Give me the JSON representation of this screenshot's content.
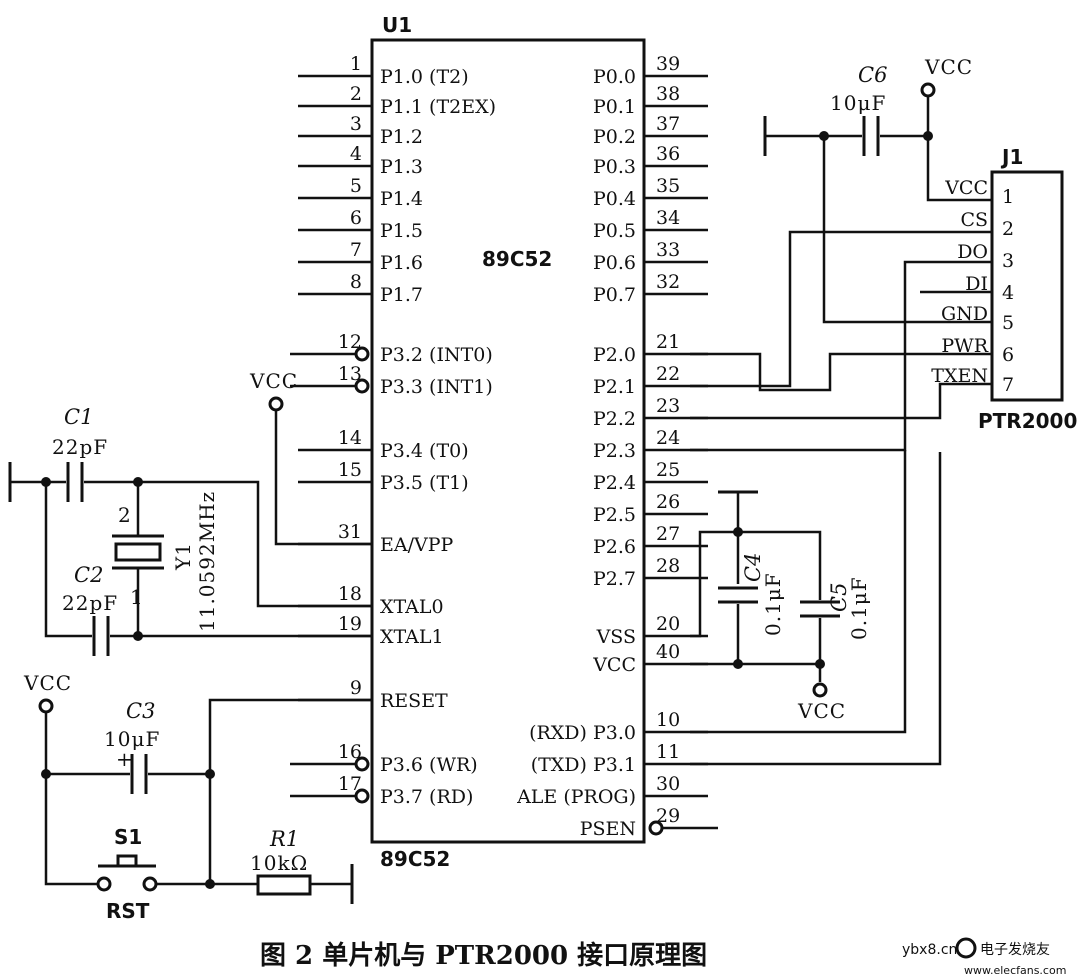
{
  "chip": {
    "designator": "U1",
    "center_label": "89C52",
    "bottom_label": "89C52",
    "left_pins": [
      {
        "num": "1",
        "name": "P1.0 (T2)"
      },
      {
        "num": "2",
        "name": "P1.1 (T2EX)"
      },
      {
        "num": "3",
        "name": "P1.2"
      },
      {
        "num": "4",
        "name": "P1.3"
      },
      {
        "num": "5",
        "name": "P1.4"
      },
      {
        "num": "6",
        "name": "P1.5"
      },
      {
        "num": "7",
        "name": "P1.6"
      },
      {
        "num": "8",
        "name": "P1.7"
      },
      {
        "num": "12",
        "name": "P3.2 (INT0)"
      },
      {
        "num": "13",
        "name": "P3.3 (INT1)"
      },
      {
        "num": "14",
        "name": "P3.4 (T0)"
      },
      {
        "num": "15",
        "name": "P3.5 (T1)"
      },
      {
        "num": "31",
        "name": "EA/VPP"
      },
      {
        "num": "18",
        "name": "XTAL0"
      },
      {
        "num": "19",
        "name": "XTAL1"
      },
      {
        "num": "9",
        "name": "RESET"
      },
      {
        "num": "16",
        "name": "P3.6 (WR)"
      },
      {
        "num": "17",
        "name": "P3.7 (RD)"
      }
    ],
    "right_pins": [
      {
        "num": "39",
        "name": "P0.0"
      },
      {
        "num": "38",
        "name": "P0.1"
      },
      {
        "num": "37",
        "name": "P0.2"
      },
      {
        "num": "36",
        "name": "P0.3"
      },
      {
        "num": "35",
        "name": "P0.4"
      },
      {
        "num": "34",
        "name": "P0.5"
      },
      {
        "num": "33",
        "name": "P0.6"
      },
      {
        "num": "32",
        "name": "P0.7"
      },
      {
        "num": "21",
        "name": "P2.0"
      },
      {
        "num": "22",
        "name": "P2.1"
      },
      {
        "num": "23",
        "name": "P2.2"
      },
      {
        "num": "24",
        "name": "P2.3"
      },
      {
        "num": "25",
        "name": "P2.4"
      },
      {
        "num": "26",
        "name": "P2.5"
      },
      {
        "num": "27",
        "name": "P2.6"
      },
      {
        "num": "28",
        "name": "P2.7"
      },
      {
        "num": "20",
        "name": "VSS"
      },
      {
        "num": "40",
        "name": "VCC"
      },
      {
        "num": "10",
        "name": "(RXD) P3.0"
      },
      {
        "num": "11",
        "name": "(TXD) P3.1"
      },
      {
        "num": "30",
        "name": "ALE (PROG)"
      },
      {
        "num": "29",
        "name": "PSEN"
      }
    ]
  },
  "connector": {
    "designator": "J1",
    "part_label": "PTR2000",
    "pins": [
      {
        "num": "1",
        "name": "VCC"
      },
      {
        "num": "2",
        "name": "CS"
      },
      {
        "num": "3",
        "name": "DO"
      },
      {
        "num": "4",
        "name": "DI"
      },
      {
        "num": "5",
        "name": "GND"
      },
      {
        "num": "6",
        "name": "PWR"
      },
      {
        "num": "7",
        "name": "TXEN"
      }
    ]
  },
  "components": {
    "c1": {
      "ref": "C1",
      "value": "22pF"
    },
    "c2": {
      "ref": "C2",
      "value": "22pF"
    },
    "c3": {
      "ref": "C3",
      "value": "10μF",
      "polarity": "+"
    },
    "c4": {
      "ref": "C4",
      "value": "0.1μF"
    },
    "c5": {
      "ref": "C5",
      "value": "0.1μF"
    },
    "c6": {
      "ref": "C6",
      "value": "10μF"
    },
    "y1": {
      "ref": "Y1",
      "value": "11.0592MHz",
      "pin_a": "2",
      "pin_b": "1"
    },
    "s1": {
      "ref": "S1",
      "label": "RST"
    },
    "r1": {
      "ref": "R1",
      "value": "10kΩ"
    }
  },
  "power": {
    "vcc_label": "VCC"
  },
  "caption": "图 2  单片机与 PTR2000 接口原理图",
  "watermark": {
    "site": "ybx8.cn",
    "brand": "电子发烧友",
    "url": "www.elecfans.com"
  }
}
